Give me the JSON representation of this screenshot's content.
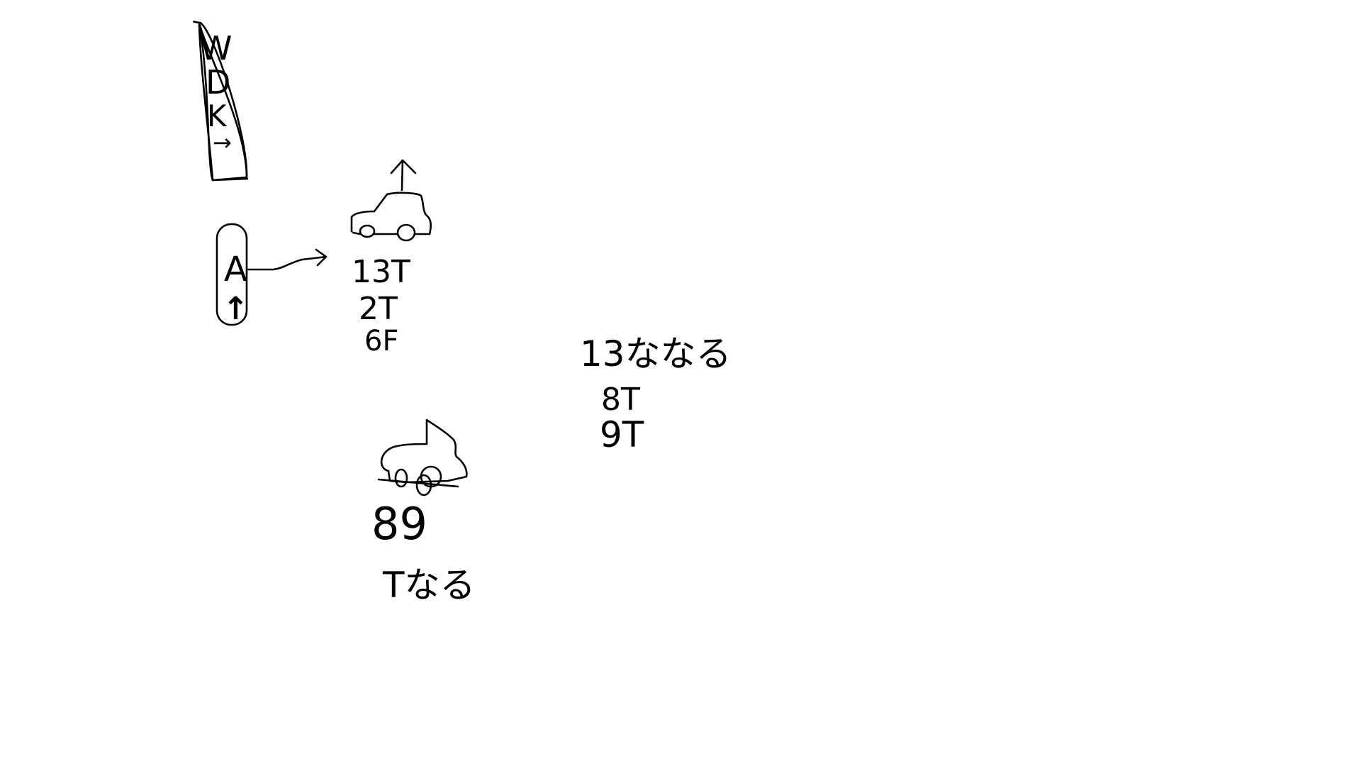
{
  "sketch": {
    "top_sign": {
      "lines": [
        "W",
        "D",
        "K",
        "→"
      ]
    },
    "lane_sign": {
      "letter": "A",
      "arrow": "↑"
    },
    "car_1": {
      "direction_arrow": "↑",
      "labels": [
        "13T",
        "2T",
        "6F"
      ]
    },
    "center_notes": {
      "heading": "13ななる",
      "labels": [
        "8T",
        "9T"
      ]
    },
    "car_2": {
      "labels": [
        "89",
        "Tなる"
      ]
    }
  },
  "colors": {
    "ink": "#000000",
    "paper": "#ffffff"
  }
}
